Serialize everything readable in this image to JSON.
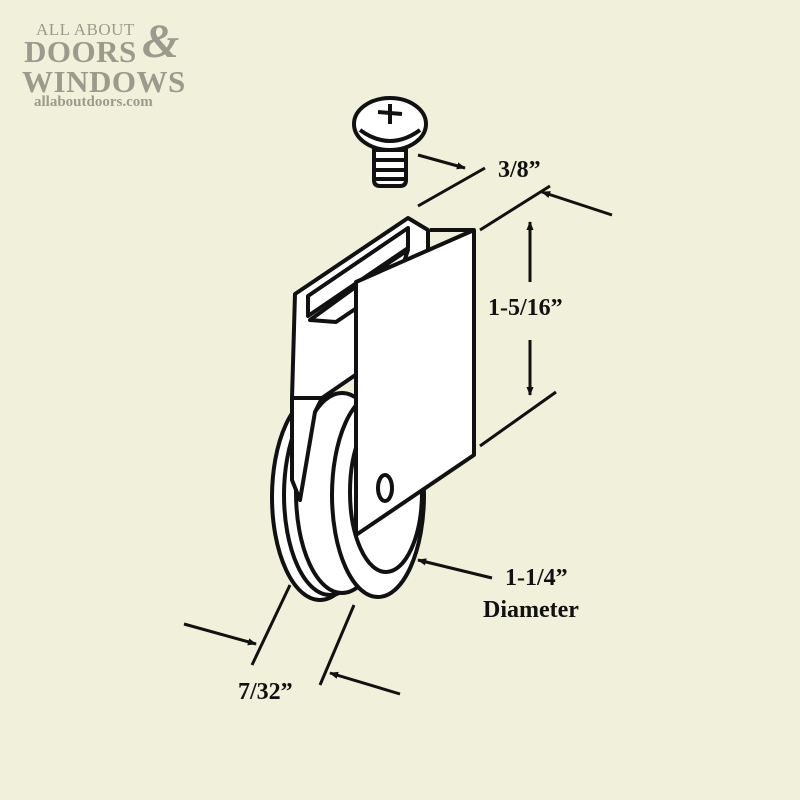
{
  "logo": {
    "line1": "ALL ABOUT",
    "line2": "DOORS",
    "ampersand": "&",
    "line3": "WINDOWS",
    "url": "allaboutdoors.com"
  },
  "dimensions": {
    "screw_width": "3/8”",
    "bracket_height": "1-5/16”",
    "wheel_diameter": "1-1/4”",
    "wheel_diameter_caption": "Diameter",
    "wheel_width": "7/32”"
  },
  "colors": {
    "background": "#f1f0da",
    "logo": "#9c9a8d",
    "line": "#111111",
    "part_fill": "#ffffff"
  }
}
